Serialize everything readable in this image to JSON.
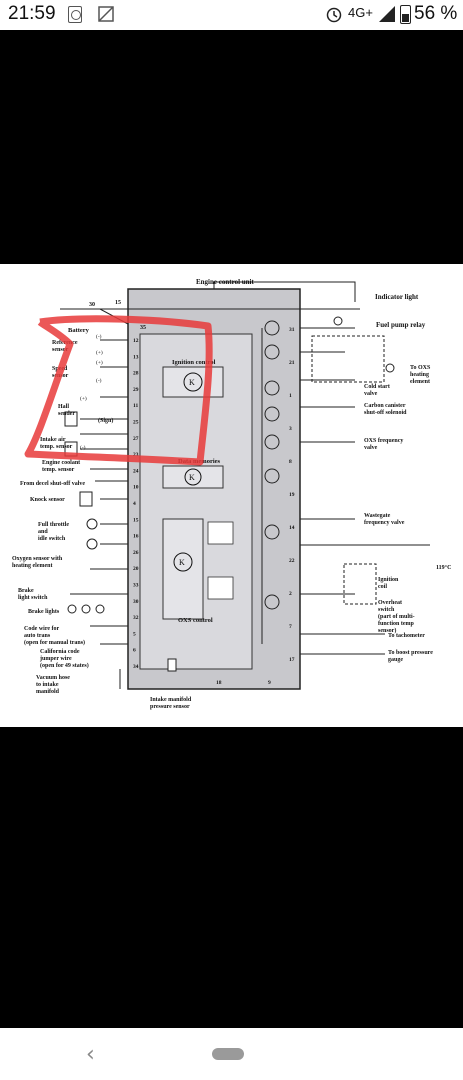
{
  "status_bar": {
    "time": "21:59",
    "network": "4G+",
    "battery_percent": "56 %",
    "battery_level": 0.56
  },
  "diagram": {
    "title": "Engine control unit",
    "indicator": "Indicator light",
    "relay": "Fuel pump relay",
    "to_oxs": "To OXS",
    "oxs_heat_1": "heating",
    "oxs_heat_2": "element",
    "cold_1": "Cold start",
    "cold_2": "valve",
    "canister_1": "Carbon canister",
    "canister_2": "shut-off solenoid",
    "oxs_freq_1": "OXS frequency",
    "oxs_freq_2": "valve",
    "wastegate_1": "Wastegate",
    "wastegate_2": "frequency valve",
    "temp": "119°C",
    "coil_1": "Ignition",
    "coil_2": "coil",
    "overheat_1": "Overheat",
    "overheat_2": "switch",
    "overheat_3": "(part of multi-",
    "overheat_4": "function temp",
    "overheat_5": "sensor)",
    "tach": "To tachometer",
    "boost_1": "To boost pressure",
    "boost_2": "gauge",
    "ign_ctrl": "Ignition control",
    "data_mem": "Data memories",
    "oxs_ctrl": "OXS control",
    "battery": "Battery",
    "ref_1": "Reference",
    "ref_2": "sensor",
    "speed_1": "Speed",
    "speed_2": "sensor",
    "hall_1": "Hall",
    "hall_2": "sender",
    "sign": "(Sign)",
    "intake_1": "Intake air",
    "intake_2": "temp. sensor",
    "coolant_1": "Engine coolant",
    "coolant_2": "temp. sensor",
    "decel": "From decel shut-off valve",
    "knock": "Knock sensor",
    "throttle_1": "Full throttle",
    "throttle_2": "and",
    "throttle_3": "idle switch",
    "oxygen_1": "Oxygen sensor with",
    "oxygen_2": "heating element",
    "brake_1": "Brake",
    "brake_2": "light switch",
    "brake_lights": "Brake lights",
    "code_1": "Code wire for",
    "code_2": "auto trans",
    "code_3": "(open for manual trans)",
    "cal_1": "California code",
    "cal_2": "jumper wire",
    "cal_3": "(open for 49 states)",
    "vac_1": "Vacuum hose",
    "vac_2": "to intake",
    "vac_3": "manifold",
    "map_1": "Intake manifold",
    "map_2": "pressure sensor",
    "pin_30": "30",
    "pin_15": "15",
    "pin_35": "35",
    "minus_a": "(-)",
    "plus_a": "(+)",
    "plus_b": "(+)",
    "minus_b": "(-)",
    "plus_c": "(+)",
    "minus_c": "(-)",
    "k1": "K",
    "k2": "K",
    "k3": "K",
    "left_pins": [
      "12",
      "13",
      "28",
      "29",
      "11",
      "25",
      "27",
      "23",
      "24",
      "10",
      "4",
      "15",
      "16",
      "26",
      "20",
      "33",
      "30",
      "32",
      "5",
      "6",
      "34"
    ],
    "right_pins": [
      "31",
      "21",
      "1",
      "3",
      "8",
      "19",
      "14",
      "22",
      "2",
      "7",
      "17"
    ],
    "bottom_pins": [
      "18",
      "9"
    ]
  },
  "nav": {
    "back": "‹"
  }
}
